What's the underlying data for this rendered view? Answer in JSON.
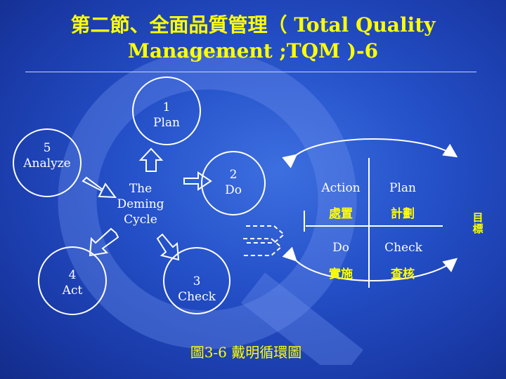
{
  "title": {
    "line1": "第二節、全面品質管理（ Total Quality",
    "line2": "Management ;TQM )-6"
  },
  "cycle": {
    "plan": {
      "num": "1",
      "label": "Plan"
    },
    "do": {
      "num": "2",
      "label": "Do"
    },
    "check": {
      "num": "3",
      "label": "Check"
    },
    "act": {
      "num": "4",
      "label": "Act"
    },
    "analyze": {
      "num": "5",
      "label": "Analyze"
    },
    "center": [
      "The",
      "Deming",
      "Cycle"
    ]
  },
  "matrix": {
    "action_en": "Action",
    "plan_en": "Plan",
    "action_zh": "處置",
    "plan_zh": "計劃",
    "do_en": "Do",
    "check_en": "Check",
    "do_zh": "實施",
    "check_zh": "查核",
    "side": "目標"
  },
  "caption": "圖3-6 戴明循環圖",
  "colors": {
    "accent": "#ffff00",
    "text": "#ffffff",
    "line": "#ffffff"
  }
}
